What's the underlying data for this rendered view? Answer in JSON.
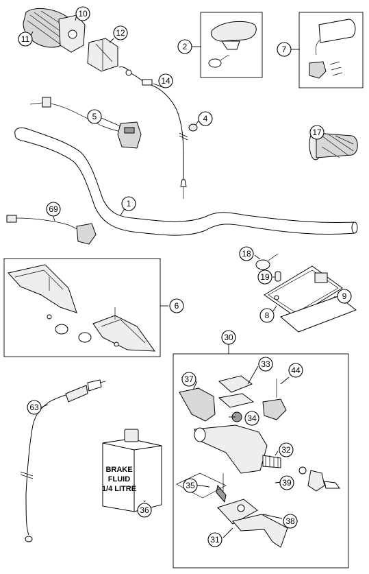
{
  "diagram": {
    "part_numbers": [
      "1",
      "2",
      "4",
      "5",
      "6",
      "7",
      "8",
      "9",
      "10",
      "11",
      "12",
      "14",
      "17",
      "18",
      "19",
      "30",
      "31",
      "32",
      "33",
      "34",
      "35",
      "36",
      "37",
      "38",
      "39",
      "44",
      "63",
      "69"
    ],
    "bottle_label": [
      "BRAKE",
      "FLUID",
      "1/4 LITRE"
    ]
  }
}
